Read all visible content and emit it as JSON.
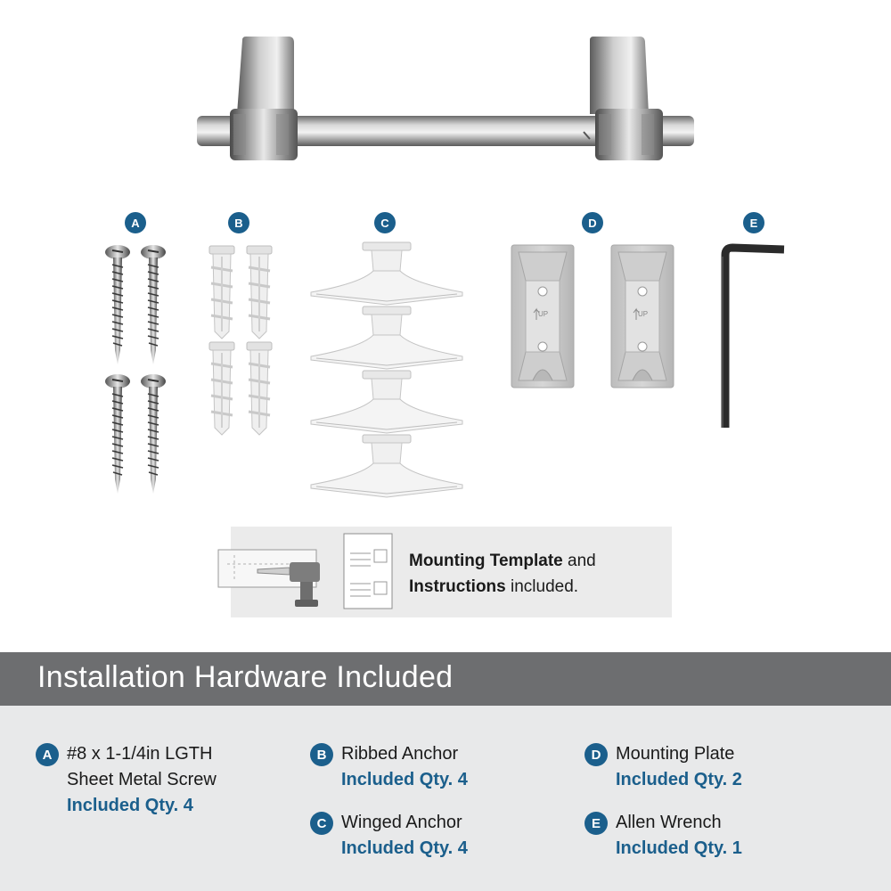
{
  "badges": {
    "a": "A",
    "b": "B",
    "c": "C",
    "d": "D",
    "e": "E"
  },
  "template_note": {
    "part1": "Mounting Template",
    "part2": " and",
    "part3": "Instructions",
    "part4": " included."
  },
  "plate_marking": "UP",
  "banner": {
    "title": "Installation Hardware Included"
  },
  "legend": {
    "a": {
      "letter": "A",
      "line1": "#8 x 1-1/4in LGTH",
      "line2": "Sheet Metal Screw",
      "qty": "Included Qty. 4"
    },
    "b": {
      "letter": "B",
      "line1": "Ribbed Anchor",
      "qty": "Included Qty. 4"
    },
    "c": {
      "letter": "C",
      "line1": "Winged Anchor",
      "qty": "Included Qty. 4"
    },
    "d": {
      "letter": "D",
      "line1": "Mounting Plate",
      "qty": "Included Qty. 2"
    },
    "e": {
      "letter": "E",
      "line1": "Allen Wrench",
      "qty": "Included Qty. 1"
    }
  },
  "colors": {
    "accent_blue": "#1b5f8c",
    "banner_gray": "#6d6e70",
    "legend_bg": "#e8e9ea",
    "template_bg": "#ebebeb"
  }
}
